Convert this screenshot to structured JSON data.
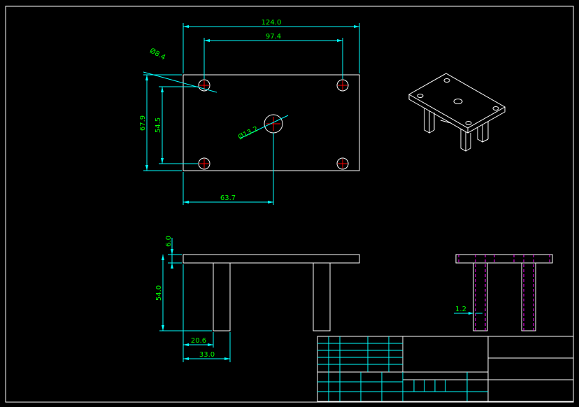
{
  "drawing": {
    "background": "#000000",
    "colors": {
      "outline": "#ffffff",
      "dimension": "#00ffff",
      "dimension_text": "#00ff00",
      "center": "#ff0000",
      "hidden": "#ff00ff"
    },
    "top_view": {
      "dim_overall_width": "124.0",
      "dim_hole_spacing": "97.4",
      "dim_overall_height": "67.9",
      "dim_hole_vertical": "54.5",
      "dim_center_offset": "63.7",
      "dim_small_hole": "Ø8.4",
      "dim_large_hole": "Ø13.2"
    },
    "front_view": {
      "dim_plate_thickness": "6.0",
      "dim_leg_height": "54.0",
      "dim_leg_inner": "20.6",
      "dim_leg_outer": "33.0"
    },
    "side_view": {
      "dim_wall": "1.2"
    }
  }
}
